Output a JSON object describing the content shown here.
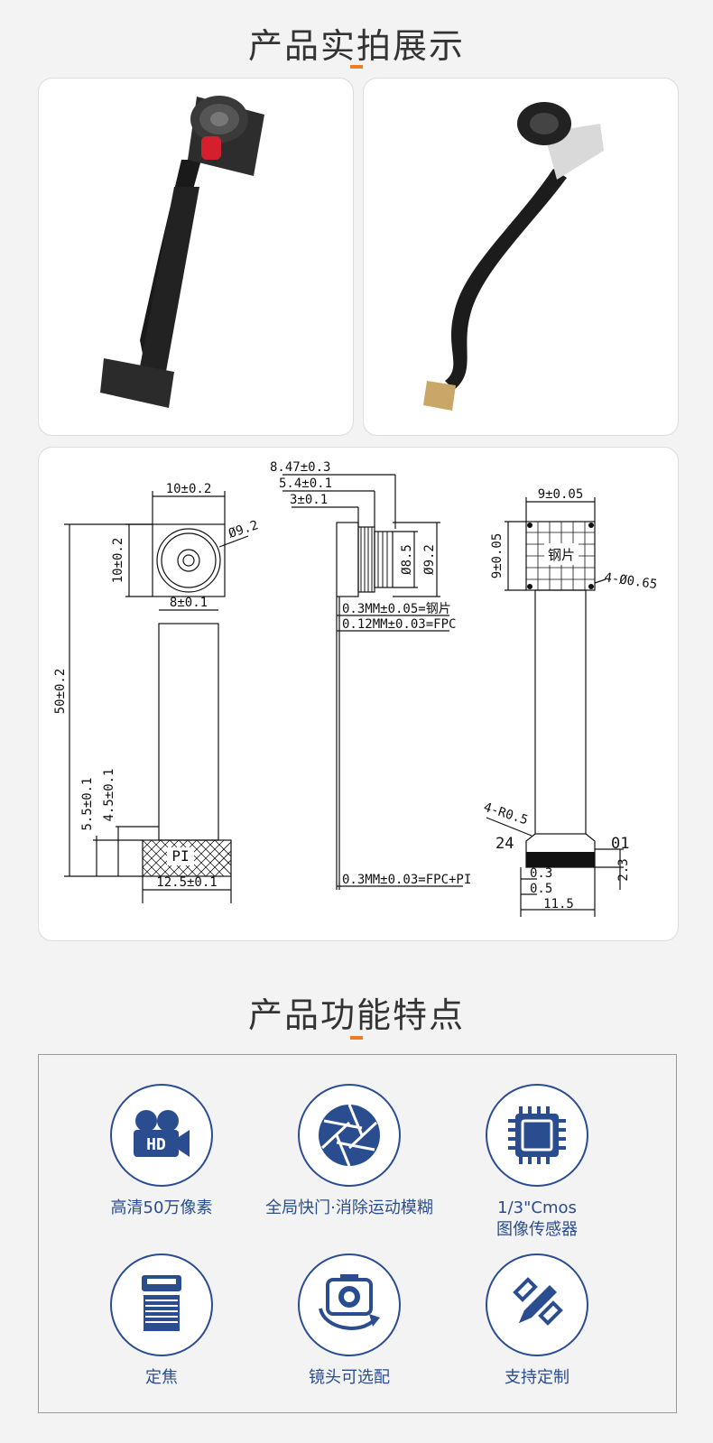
{
  "section1": {
    "title": "产品实拍展示"
  },
  "section2": {
    "title": "产品功能特点"
  },
  "drawing": {
    "front": {
      "width": "10±0.2",
      "height": "10±0.2",
      "lens_dia": "Ø9.2",
      "flex_width": "8±0.1",
      "total_length": "50±0.2",
      "dim_a": "5.5±0.1",
      "dim_b": "4.5±0.1",
      "pi_label": "PI",
      "pi_width": "12.5±0.1"
    },
    "side": {
      "d1": "8.47±0.3",
      "d2": "5.4±0.1",
      "d3": "3±0.1",
      "dia1": "Ø8.5",
      "dia2": "Ø9.2",
      "note1": "0.3MM±0.05=钢片",
      "note2": "0.12MM±0.03=FPC",
      "note3": "0.3MM±0.03=FPC+PI"
    },
    "back": {
      "width": "9±0.05",
      "height": "9±0.05",
      "plate_label": "钢片",
      "holes": "4-Ø0.65",
      "radius": "4-R0.5",
      "pin_left": "24",
      "pin_right": "01",
      "d_03": "0.3",
      "d_05": "0.5",
      "d_115": "11.5",
      "d_23": "2.3"
    }
  },
  "features": [
    {
      "label": "高清50万像素",
      "icon": "hd-camera-icon"
    },
    {
      "label": "全局快门·消除运动模糊",
      "icon": "shutter-icon"
    },
    {
      "label": "1/3\"Cmos",
      "label2": "图像传感器",
      "icon": "chip-icon"
    },
    {
      "label": "定焦",
      "icon": "fixed-focus-icon"
    },
    {
      "label": "镜头可选配",
      "icon": "lens-swap-icon"
    },
    {
      "label": "支持定制",
      "icon": "customize-icon"
    }
  ],
  "colors": {
    "accent": "#ee7d22",
    "feature_blue": "#2a4d8f",
    "text": "#333333"
  }
}
